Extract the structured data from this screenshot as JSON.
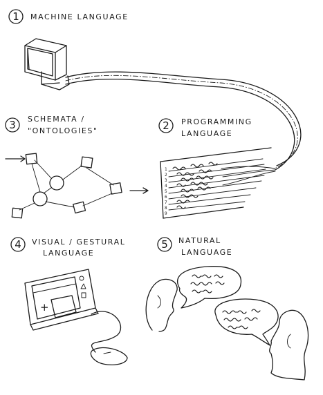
{
  "sections": [
    {
      "number": "1",
      "lines": [
        "MACHINE LANGUAGE"
      ]
    },
    {
      "number": "2",
      "lines": [
        "PROGRAMMING",
        "LANGUAGE"
      ]
    },
    {
      "number": "3",
      "lines": [
        "SCHEMATA /",
        "\"ONTOLOGIES\""
      ]
    },
    {
      "number": "4",
      "lines": [
        "VISUAL / GESTURAL",
        "LANGUAGE"
      ]
    },
    {
      "number": "5",
      "lines": [
        "NATURAL",
        "LANGUAGE"
      ]
    }
  ],
  "code_sheet": {
    "line_numbers": [
      "1",
      "2",
      "3",
      "4",
      "5",
      "6",
      "7",
      "8",
      "9"
    ]
  },
  "tablet": {
    "plus_symbol": "+"
  },
  "colors": {
    "ink": "#1a1a1a",
    "paper": "#ffffff"
  }
}
